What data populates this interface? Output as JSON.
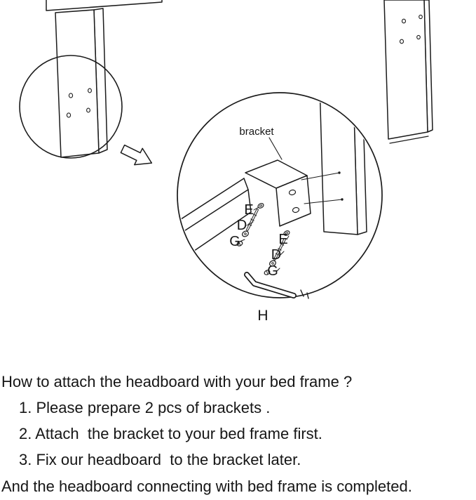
{
  "colors": {
    "ink": "#1b1b1b",
    "paper": "#ffffff"
  },
  "diagram": {
    "bracket_label": "bracket",
    "labels": {
      "e_upper": "E",
      "d_upper": "D",
      "g_upper": "G",
      "e_lower": "E",
      "d_lower": "D",
      "g_lower": "G",
      "h": "H"
    }
  },
  "instructions": {
    "heading": "How to attach the headboard with your bed frame ?",
    "steps": [
      "1. Please prepare 2 pcs of brackets .",
      "2. Attach  the bracket to your bed frame first.",
      "3. Fix our headboard  to the bracket later."
    ],
    "footer": "And the headboard connecting with bed frame is completed."
  }
}
